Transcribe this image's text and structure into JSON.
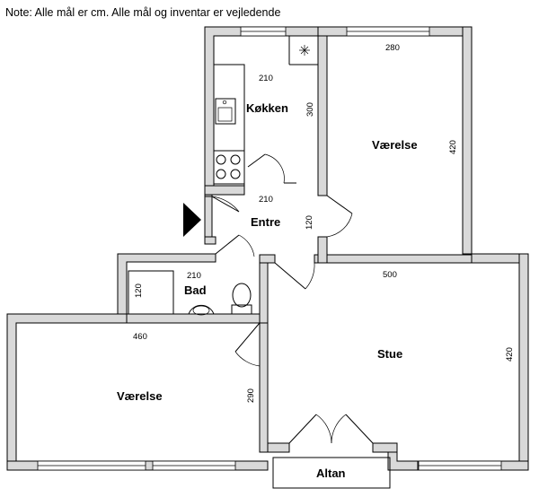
{
  "note": "Note: Alle mål er cm. Alle mål og inventar er vejledende",
  "rooms": {
    "kokken": "Køkken",
    "vaerelse_top": "Værelse",
    "entre": "Entre",
    "bad": "Bad",
    "stue": "Stue",
    "vaerelse_bottom": "Værelse",
    "altan": "Altan"
  },
  "dimensions": {
    "kokken_width": "210",
    "kokken_depth": "300",
    "vaerelse_top_width": "280",
    "vaerelse_top_depth": "420",
    "entre_width": "210",
    "entre_depth": "120",
    "bad_width": "210",
    "bad_depth": "120",
    "stue_width": "500",
    "stue_depth": "420",
    "vaerelse_bottom_width": "460",
    "vaerelse_bottom_depth": "290"
  },
  "icons": {
    "entrance": "entrance-arrow-icon",
    "sink": "kitchen-sink-icon",
    "stove": "stove-icon",
    "fan": "exhaust-fan-icon",
    "toilet": "toilet-icon",
    "washbasin": "washbasin-icon"
  },
  "colors": {
    "wall_fill": "#d9d9d9",
    "line": "#000000",
    "background": "#ffffff"
  }
}
